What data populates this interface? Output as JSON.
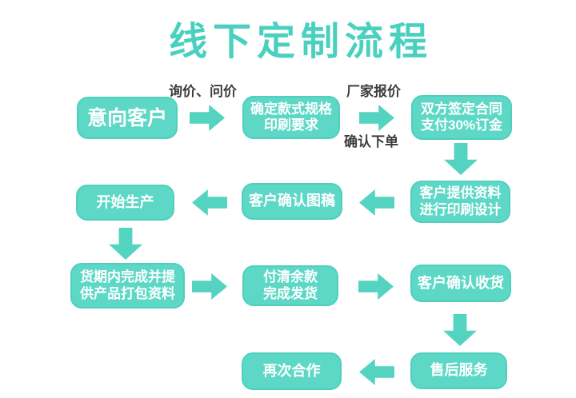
{
  "title": "线下定制流程",
  "theme": {
    "background": "#ffffff",
    "title_color": "#49d0bf",
    "node_bg": "#5ed8c6",
    "node_border": "#4fcfbc",
    "node_text": "#ffffff",
    "arrow_color": "#55d3c1",
    "label_color": "#3d3d3d"
  },
  "nodes": [
    {
      "id": "intent-customer",
      "label": "意向客户"
    },
    {
      "id": "confirm-specs",
      "label": "确定款式规格\n印刷要求"
    },
    {
      "id": "sign-contract",
      "label": "双方签定合同\n支付30%订金"
    },
    {
      "id": "provide-materials",
      "label": "客户提供资料\n进行印刷设计"
    },
    {
      "id": "confirm-artwork",
      "label": "客户确认图稿"
    },
    {
      "id": "start-production",
      "label": "开始生产"
    },
    {
      "id": "complete-packing",
      "label": "货期内完成并提\n供产品打包资料"
    },
    {
      "id": "pay-balance",
      "label": "付清余款\n完成发货"
    },
    {
      "id": "confirm-receipt",
      "label": "客户确认收货"
    },
    {
      "id": "after-sales",
      "label": "售后服务"
    },
    {
      "id": "repeat-cooperation",
      "label": "再次合作"
    }
  ],
  "edge_labels": [
    {
      "id": "inquiry",
      "label": "询价、问价"
    },
    {
      "id": "factory-quote",
      "label": "厂家报价"
    },
    {
      "id": "confirm-order",
      "label": "确认下单"
    }
  ]
}
